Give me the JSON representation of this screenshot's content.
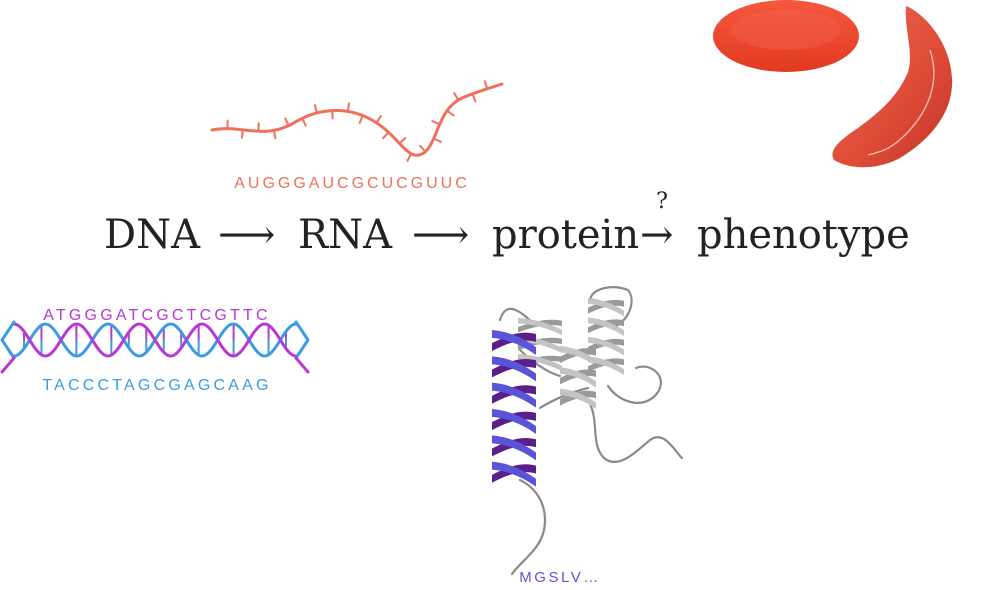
{
  "dogma": {
    "dna": "DNA",
    "arrow1": "⟶",
    "rna": "RNA",
    "arrow2": "⟶",
    "protein": "protein",
    "arrow3": "→",
    "question": "?",
    "phenotype": "phenotype"
  },
  "rna_sequence": "AUGGGAUCGCUCGUUC",
  "dna_sequence_top": "ATGGGATCGCTCGTTC",
  "dna_sequence_bottom": "TACCCTAGCGAGCAAG",
  "protein_sequence": "MGSLV…",
  "colors": {
    "text": "#222222",
    "rna": "#f0705a",
    "dna_top": "#b83ad6",
    "dna_bottom": "#3d9be0",
    "protein_helix": "#5a55d8",
    "protein_helix_dark": "#5b1f8c",
    "protein_gray": "#c4c4c4",
    "coil": "#8a8a8a",
    "cell": "#e8432c"
  }
}
